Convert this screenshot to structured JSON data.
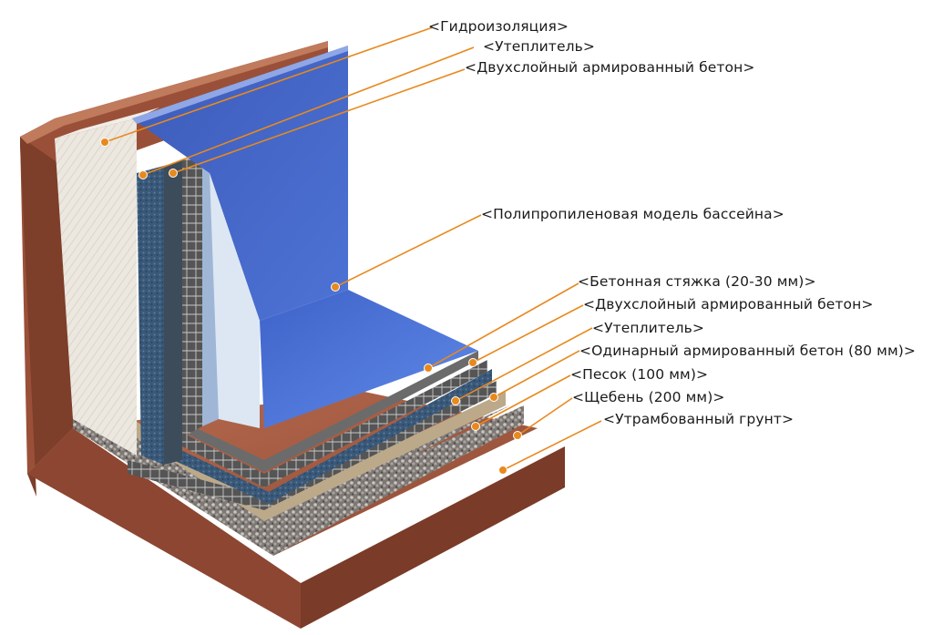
{
  "labels": {
    "wall_waterproofing": "<Гидроизоляция>",
    "wall_insulation": "<Утеплитель>",
    "wall_double_concrete": "<Двухслойный армированный бетон>",
    "pool_model": "<Полипропиленовая модель бассейна>",
    "screed": "<Бетонная стяжка (20-30 мм)>",
    "floor_double_concrete": "<Двухслойный армированный бетон>",
    "floor_insulation": "<Утеплитель>",
    "single_concrete": "<Одинарный армированный бетон (80 мм)>",
    "sand": "<Песок (100 мм)>",
    "gravel": "<Щебень (200 мм)>",
    "compacted_soil": "<Утрамбованный грунт>"
  },
  "colors": {
    "leader_line": "#e8891e",
    "marker_dot": "#e8891e",
    "soil": "#a35a42",
    "pool_blue": "#3f5fc4",
    "concrete": "#5d5d5d",
    "insulation_blue": "#3b5a7c",
    "waterproofing_white": "#ece8e2",
    "sand": "#b9a78a",
    "gravel": "#8e8a86"
  }
}
